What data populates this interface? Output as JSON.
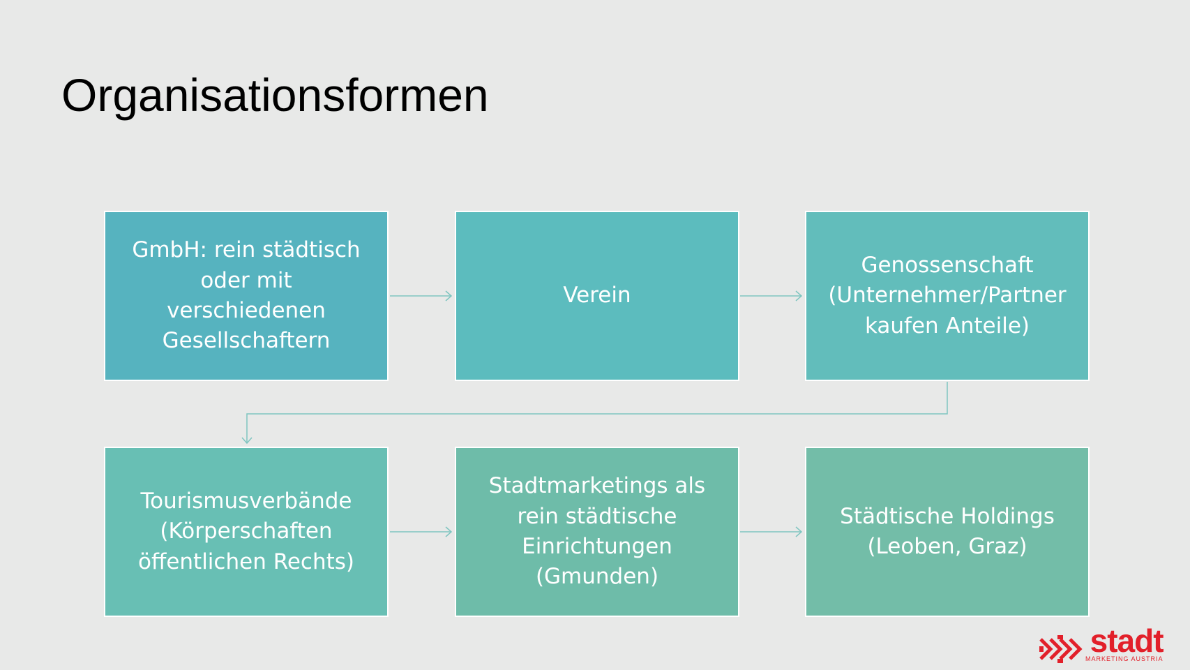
{
  "title": "Organisationsformen",
  "boxes": [
    {
      "text": "GmbH: rein städtisch\noder mit\nverschiedenen\nGesellschaftern"
    },
    {
      "text": "Verein"
    },
    {
      "text": "Genossenschaft\n(Unternehmer/Partner\nkaufen Anteile)"
    },
    {
      "text": "Tourismusverbände\n(Körperschaften\nöffentlichen Rechts)"
    },
    {
      "text": "Stadtmarketings als\nrein städtische\nEinrichtungen\n(Gmunden)"
    },
    {
      "text": "Städtische Holdings\n(Leoben, Graz)"
    }
  ],
  "logo": {
    "word": "stadt",
    "subtitle": "MARKETING AUSTRIA"
  },
  "colors": {
    "background": "#e8e9e8",
    "connector": "#7fc5c0",
    "logo_red": "#e2202a"
  }
}
